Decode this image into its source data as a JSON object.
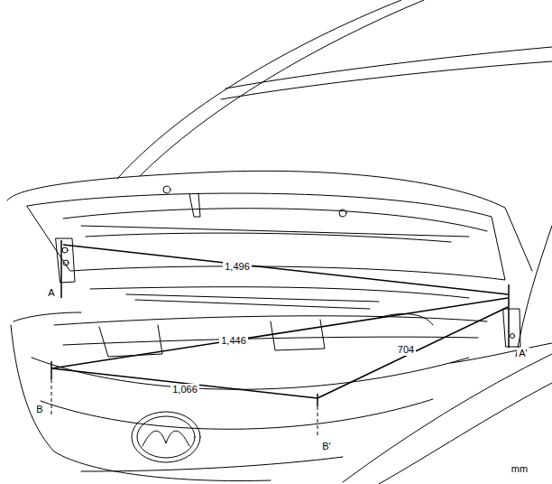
{
  "diagram": {
    "labels": [
      "1,496",
      "A",
      "1,446",
      "704",
      "A'",
      "B",
      "1,066",
      "B'",
      "mm"
    ]
  }
}
